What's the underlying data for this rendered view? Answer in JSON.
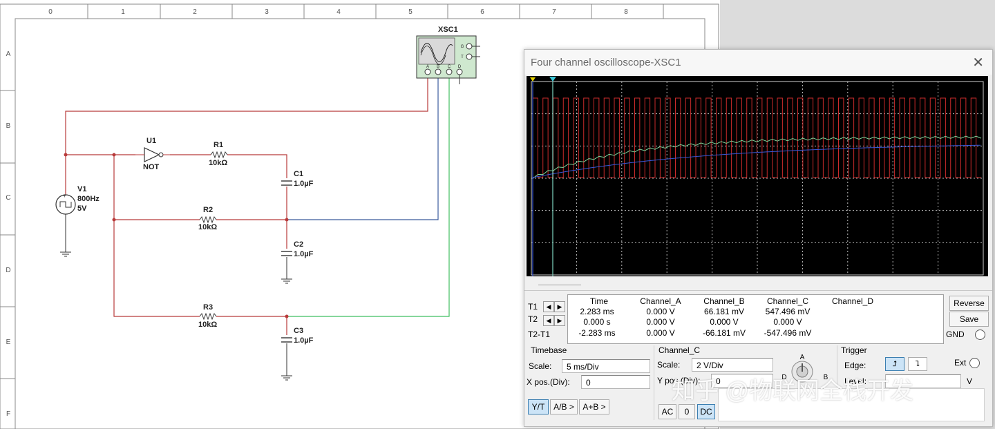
{
  "ruler_cols": [
    "0",
    "1",
    "2",
    "3",
    "4",
    "5",
    "6",
    "7",
    "8"
  ],
  "ruler_rows": [
    "A",
    "B",
    "C",
    "D",
    "E",
    "F"
  ],
  "components": {
    "xsc1_label": "XSC1",
    "v1_name": "V1",
    "v1_freq": "800Hz",
    "v1_volt": "5V",
    "u1_name": "U1",
    "u1_type": "NOT",
    "r1_name": "R1",
    "r1_value": "10kΩ",
    "r2_name": "R2",
    "r2_value": "10kΩ",
    "r3_name": "R3",
    "r3_value": "10kΩ",
    "c1_name": "C1",
    "c1_value": "1.0µF",
    "c2_name": "C2",
    "c2_value": "1.0µF",
    "c3_name": "C3",
    "c3_value": "1.0µF",
    "pin_a": "A",
    "pin_b": "B",
    "pin_c": "C",
    "pin_d": "D",
    "pin_g": "G",
    "pin_t": "T"
  },
  "scope": {
    "title": "Four channel oscilloscope-XSC1",
    "close": "✕",
    "readout": {
      "headers": [
        "Time",
        "Channel_A",
        "Channel_B",
        "Channel_C",
        "Channel_D"
      ],
      "rows": [
        {
          "label": "T1",
          "values": [
            "2.283 ms",
            "0.000 V",
            "66.181 mV",
            "547.496 mV",
            ""
          ]
        },
        {
          "label": "T2",
          "values": [
            "0.000 s",
            "0.000 V",
            "0.000 V",
            "0.000 V",
            ""
          ]
        },
        {
          "label": "T2-T1",
          "values": [
            "-2.283 ms",
            "0.000 V",
            "-66.181 mV",
            "-547.496 mV",
            ""
          ]
        }
      ]
    },
    "reverse_label": "Reverse",
    "save_label": "Save",
    "gnd_label": "GND",
    "timebase": {
      "title": "Timebase",
      "scale_label": "Scale:",
      "scale_value": "5 ms/Div",
      "xpos_label": "X pos.(Div):",
      "xpos_value": "0",
      "modes": [
        "Y/T",
        "A/B >",
        "A+B >"
      ]
    },
    "channel": {
      "title": "Channel_C",
      "scale_label": "Scale:",
      "scale_value": "2  V/Div",
      "ypos_label": "Y pos.(Div):",
      "ypos_value": "0",
      "coupling": [
        "AC",
        "0",
        "DC"
      ],
      "knob_a": "A",
      "knob_b": "B",
      "knob_d": "D"
    },
    "trigger": {
      "title": "Trigger",
      "edge_label": "Edge:",
      "ext_label": "Ext",
      "level_label": "Level:",
      "level_unit": "V"
    },
    "colors": {
      "channel_a": "#cc2b2b",
      "channel_b": "#3a57d6",
      "channel_c": "#7fd49a",
      "screen_bg": "#000000"
    }
  },
  "watermark": "知乎 @物联网全栈开发"
}
